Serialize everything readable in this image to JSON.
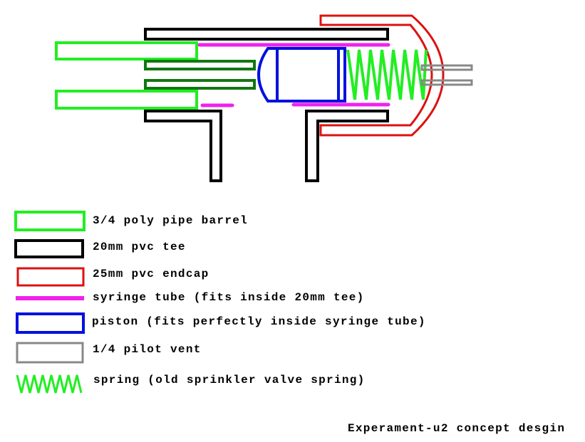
{
  "colors": {
    "barrel": "#22ee22",
    "tee": "#000000",
    "endcap": "#dd1111",
    "syringe": "#ee22ee",
    "piston": "#0011dd",
    "vent": "#888888",
    "spring": "#22ee22",
    "inner_tube": "#117711"
  },
  "legend": [
    {
      "key": "barrel",
      "label": "3/4 poly pipe barrel"
    },
    {
      "key": "tee",
      "label": "20mm pvc tee"
    },
    {
      "key": "endcap",
      "label": "25mm pvc endcap"
    },
    {
      "key": "syringe",
      "label": "syringe tube (fits inside 20mm tee)"
    },
    {
      "key": "piston",
      "label": "piston (fits perfectly inside syringe tube)"
    },
    {
      "key": "vent",
      "label": "1/4 pilot vent"
    },
    {
      "key": "spring",
      "label": "spring (old sprinkler valve spring)"
    }
  ],
  "caption": "Experament-u2 concept desgin"
}
